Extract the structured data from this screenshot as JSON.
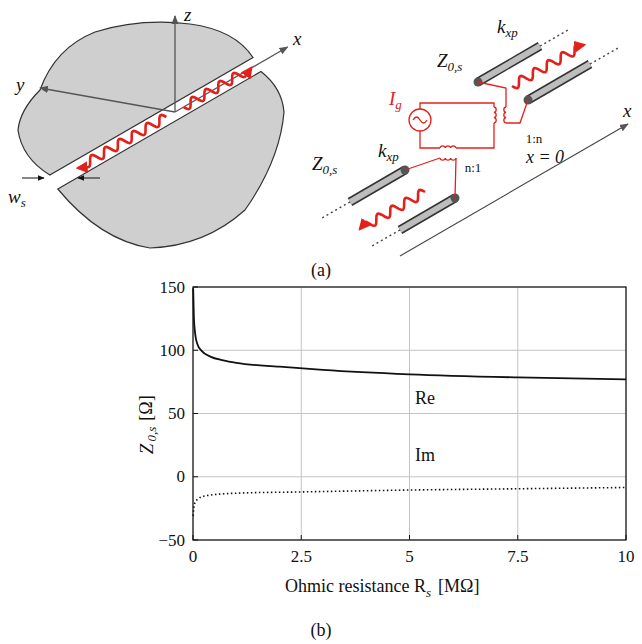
{
  "diagram": {
    "labels": [
      "z",
      "y",
      "x",
      "w",
      "s",
      "Z",
      "0,s",
      "k",
      "xp",
      "I",
      "g",
      "1:n",
      "n:1",
      "Z",
      "0,s",
      "k",
      "xp",
      "x",
      "x = 0",
      "(a)",
      "150",
      "100",
      "50",
      "0",
      "−50",
      "0",
      "2.5",
      "5",
      "7.5",
      "10",
      "Re",
      "Im",
      "Z",
      "0,s",
      "[Ω]",
      "Ohmic resistance R",
      "s",
      "[MΩ]",
      "(b)"
    ]
  }
}
